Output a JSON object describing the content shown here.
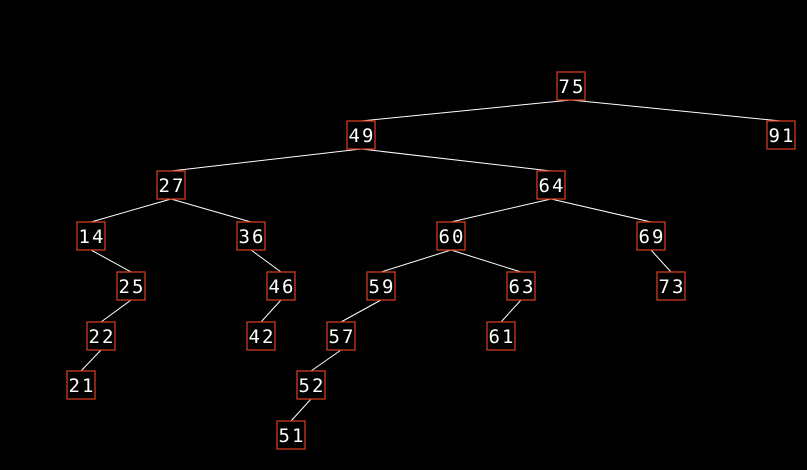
{
  "colors": {
    "background": "#000000",
    "node_border": "#d23a20",
    "node_text": "#ffffff",
    "edge": "#ffffff"
  },
  "tree": {
    "nodes": [
      {
        "id": "n75",
        "label": "75"
      },
      {
        "id": "n49",
        "label": "49"
      },
      {
        "id": "n91",
        "label": "91"
      },
      {
        "id": "n27",
        "label": "27"
      },
      {
        "id": "n64",
        "label": "64"
      },
      {
        "id": "n14",
        "label": "14"
      },
      {
        "id": "n36",
        "label": "36"
      },
      {
        "id": "n60",
        "label": "60"
      },
      {
        "id": "n69",
        "label": "69"
      },
      {
        "id": "n25",
        "label": "25"
      },
      {
        "id": "n46",
        "label": "46"
      },
      {
        "id": "n59",
        "label": "59"
      },
      {
        "id": "n63",
        "label": "63"
      },
      {
        "id": "n73",
        "label": "73"
      },
      {
        "id": "n22",
        "label": "22"
      },
      {
        "id": "n42",
        "label": "42"
      },
      {
        "id": "n57",
        "label": "57"
      },
      {
        "id": "n61",
        "label": "61"
      },
      {
        "id": "n21",
        "label": "21"
      },
      {
        "id": "n52",
        "label": "52"
      },
      {
        "id": "n51",
        "label": "51"
      }
    ],
    "edges": [
      [
        "n75",
        "n49"
      ],
      [
        "n75",
        "n91"
      ],
      [
        "n49",
        "n27"
      ],
      [
        "n49",
        "n64"
      ],
      [
        "n27",
        "n14"
      ],
      [
        "n27",
        "n36"
      ],
      [
        "n64",
        "n60"
      ],
      [
        "n64",
        "n69"
      ],
      [
        "n14",
        "n25"
      ],
      [
        "n36",
        "n46"
      ],
      [
        "n60",
        "n59"
      ],
      [
        "n60",
        "n63"
      ],
      [
        "n69",
        "n73"
      ],
      [
        "n25",
        "n22"
      ],
      [
        "n46",
        "n42"
      ],
      [
        "n59",
        "n57"
      ],
      [
        "n63",
        "n61"
      ],
      [
        "n22",
        "n21"
      ],
      [
        "n57",
        "n52"
      ],
      [
        "n52",
        "n51"
      ]
    ]
  }
}
